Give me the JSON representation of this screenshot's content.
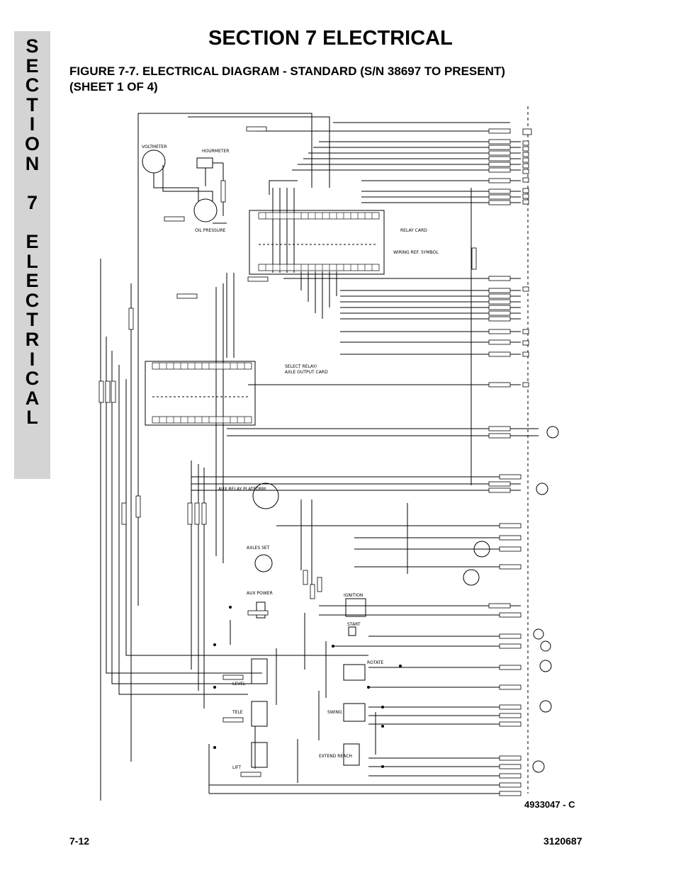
{
  "header": {
    "section_title": "SECTION 7  ELECTRICAL",
    "figure_title_line1": "FIGURE 7-7.    ELECTRICAL DIAGRAM - STANDARD (S/N 38697 TO PRESENT)",
    "figure_title_line2": "(SHEET 1 OF 4)"
  },
  "side_tab": {
    "letters": [
      "S",
      "E",
      "C",
      "T",
      "I",
      "O",
      "N",
      "",
      "7",
      "",
      "E",
      "L",
      "E",
      "C",
      "T",
      "R",
      "I",
      "C",
      "A",
      "L"
    ]
  },
  "diagram": {
    "labels": {
      "voltmeter": "VOLTMETER",
      "hourmeter": "HOURMETER",
      "oil_pressure": "OIL PRESSURE",
      "relay_card": "RELAY CARD",
      "wiring_ref_symbol": "WIRING REF. SYMBOL",
      "select_relay": "SELECT RELAY/",
      "axle_output_card": "AXLE OUTPUT CARD",
      "aux_relay_platform": "AUX RELAY PLATFORM",
      "axles_set": "AXLES SET",
      "aux_power": "AUX POWER",
      "level": "LEVEL",
      "tele": "TELE",
      "lift": "LIFT",
      "rotate": "ROTATE",
      "swing": "SWING",
      "extend_reach": "EXTEND REACH",
      "start": "START",
      "ignition": "IGNITION"
    }
  },
  "footer": {
    "drawing_number": "4933047 - C",
    "page_number": "7-12",
    "doc_number": "3120687"
  }
}
